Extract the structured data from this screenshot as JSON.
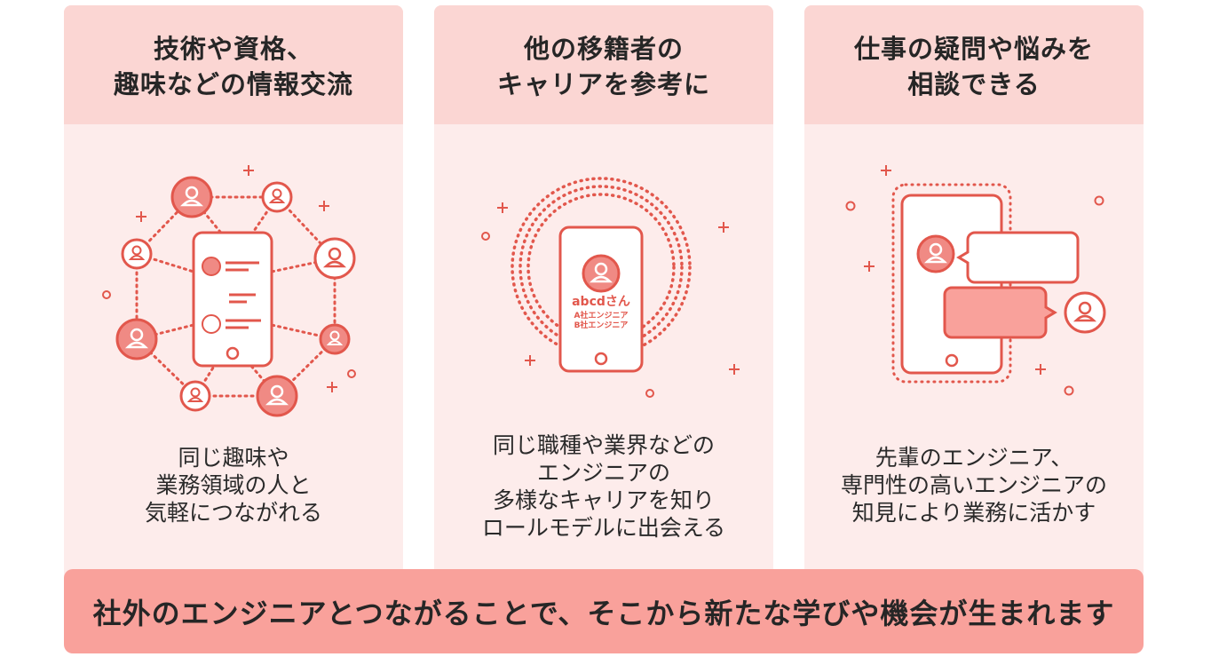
{
  "cards": [
    {
      "title_lines": [
        "技術や資格、",
        "趣味などの情報交流"
      ],
      "desc_lines": [
        "同じ趣味や",
        "業務領域の人と",
        "気軽につながれる"
      ]
    },
    {
      "title_lines": [
        "他の移籍者の",
        "キャリアを参考に"
      ],
      "desc_lines": [
        "同じ職種や業界などの",
        "エンジニアの",
        "多様なキャリアを知り",
        "ロールモデルに出会える"
      ],
      "phone_name": "abcdさん",
      "phone_career_1": "A社エンジニア",
      "phone_career_2": "B社エンジニア"
    },
    {
      "title_lines": [
        "仕事の疑問や悩みを",
        "相談できる"
      ],
      "desc_lines": [
        "先輩のエンジニア、",
        "専門性の高いエンジニアの",
        "知見により業務に活かす"
      ]
    }
  ],
  "banner": {
    "text": "社外のエンジニアとつながることで、そこから新たな学びや機会が生まれます"
  },
  "colors": {
    "accent": "#e2574c",
    "accent_fill": "#f08a84",
    "card_bg": "#fdeceb",
    "card_head_bg": "#fbd6d3",
    "banner_bg": "#f9a19b"
  },
  "icons": [
    "person-icon",
    "phone-icon",
    "plus-icon",
    "circle-icon",
    "speech-bubble-icon"
  ]
}
